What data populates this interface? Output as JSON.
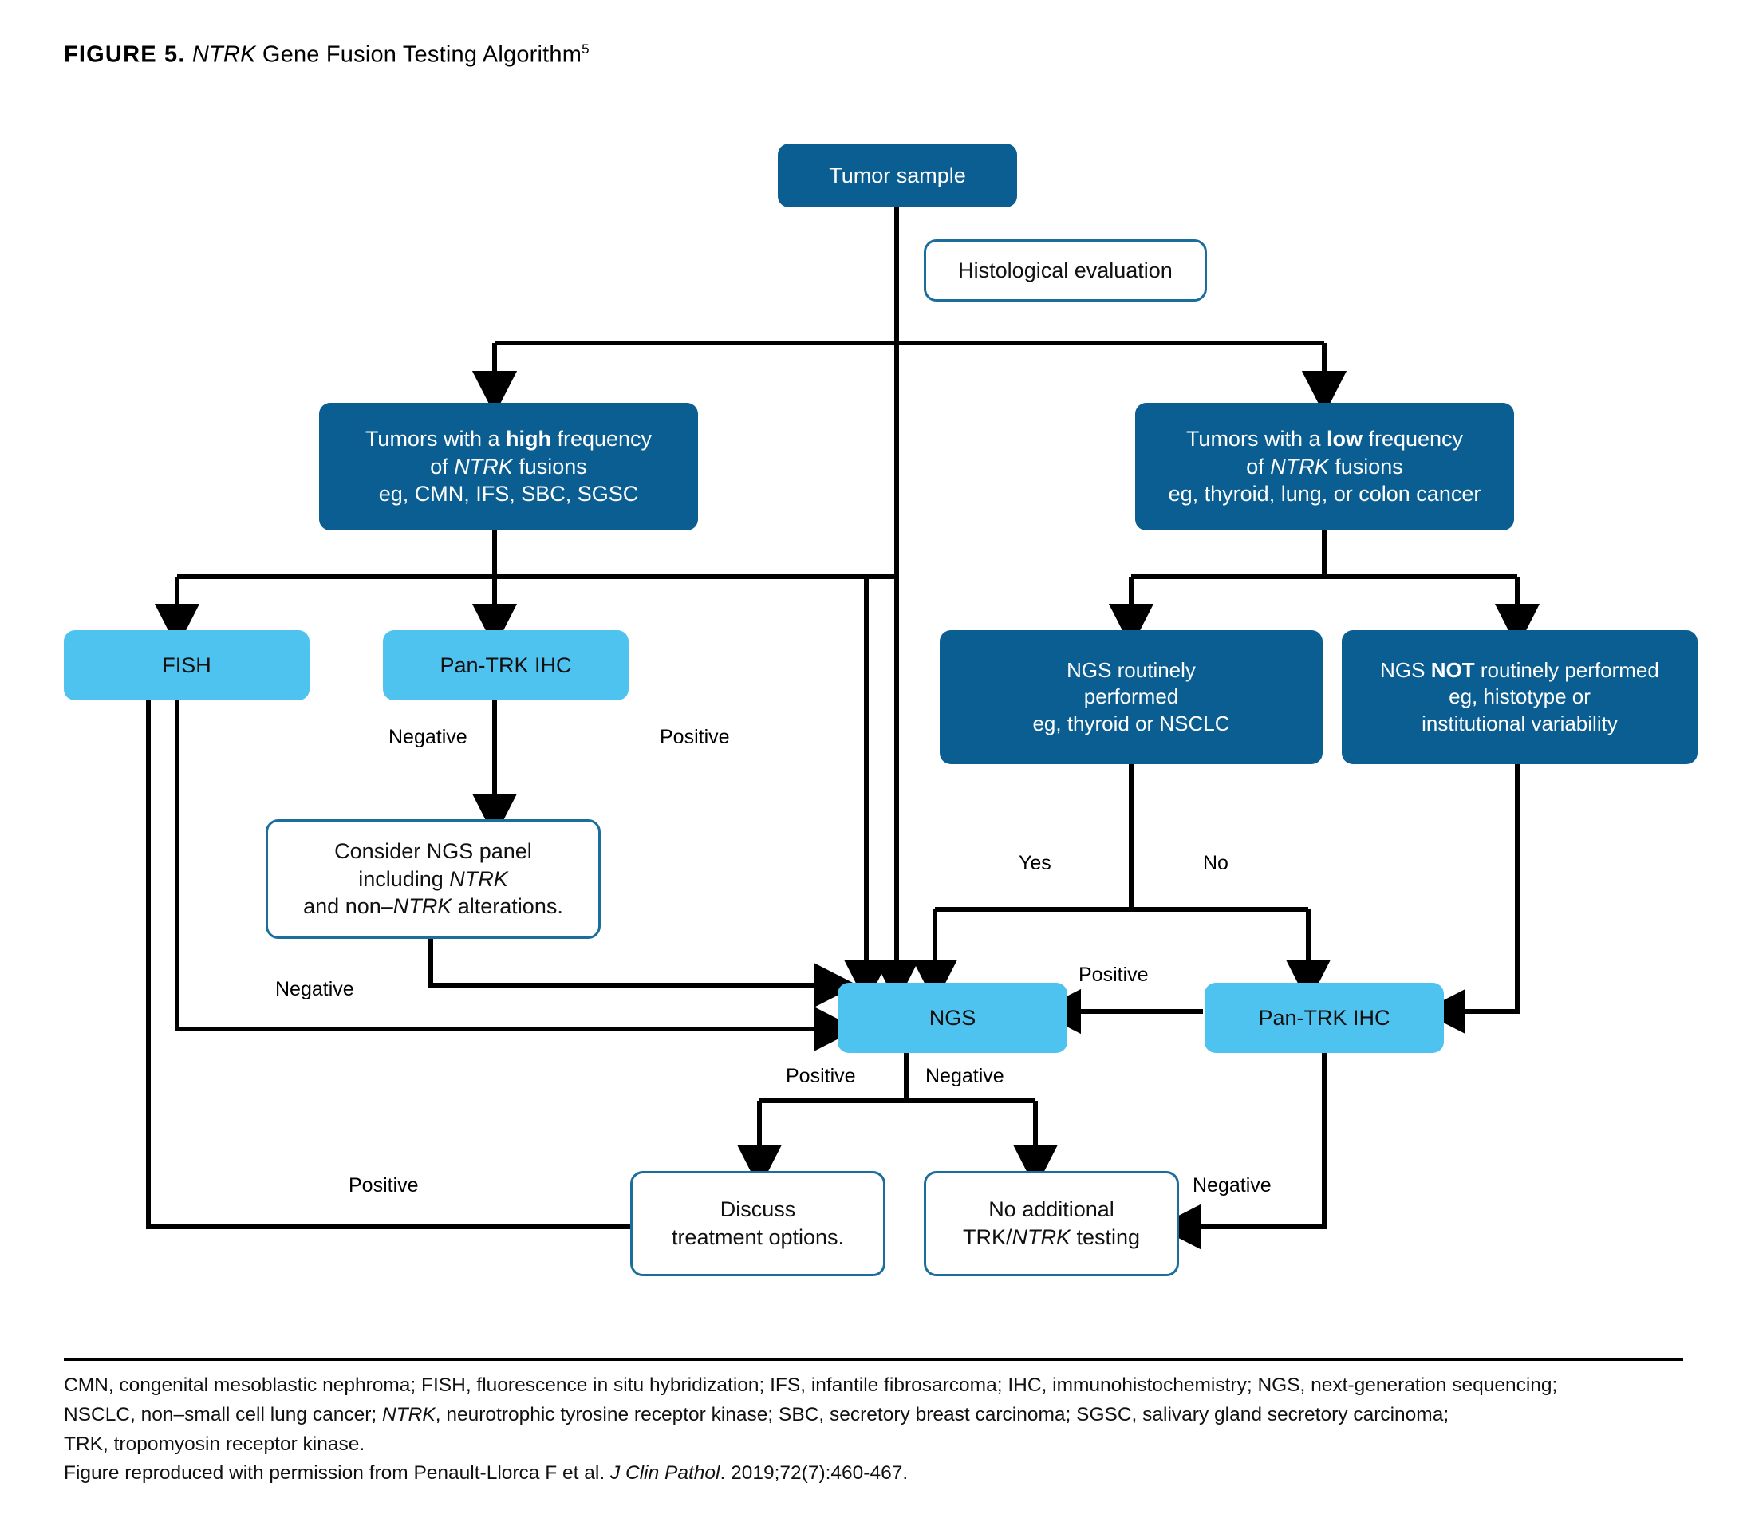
{
  "figure": {
    "label": "FIGURE 5.",
    "title_italic": "NTRK",
    "title_rest": " Gene Fusion Testing Algorithm",
    "superscript": "5"
  },
  "nodes": {
    "tumor_sample": "Tumor sample",
    "histological_evaluation": "Histological evaluation",
    "high_freq": {
      "line1_a": "Tumors with a ",
      "line1_b": "high",
      "line1_c": " frequency",
      "line2_a": "of ",
      "line2_b": "NTRK",
      "line2_c": " fusions",
      "line3": "eg, CMN, IFS, SBC, SGSC"
    },
    "low_freq": {
      "line1_a": "Tumors with a ",
      "line1_b": "low",
      "line1_c": " frequency",
      "line2_a": "of ",
      "line2_b": "NTRK",
      "line2_c": " fusions",
      "line3": "eg, thyroid, lung, or colon cancer"
    },
    "fish": "FISH",
    "pan_trk_ihc_left": "Pan-TRK IHC",
    "ngs_routine": {
      "line1": "NGS routinely",
      "line2": "performed",
      "line3": "eg, thyroid or NSCLC"
    },
    "ngs_not_routine": {
      "line1_a": "NGS ",
      "line1_b": "NOT",
      "line1_c": " routinely performed",
      "line2": "eg, histotype or",
      "line3": "institutional variability"
    },
    "consider_ngs": {
      "line1": "Consider NGS panel",
      "line2_a": "including ",
      "line2_b": "NTRK",
      "line3_a": "and non–",
      "line3_b": "NTRK",
      "line3_c": " alterations."
    },
    "ngs": "NGS",
    "pan_trk_ihc_right": "Pan-TRK IHC",
    "discuss": {
      "line1": "Discuss",
      "line2": "treatment options."
    },
    "no_additional": {
      "line1": "No additional",
      "line2_a": "TRK/",
      "line2_b": "NTRK",
      "line2_c": " testing"
    }
  },
  "edge_labels": {
    "ihc_left_negative": "Negative",
    "ihc_left_positive": "Positive",
    "yes": "Yes",
    "no": "No",
    "consider_negative": "Negative",
    "ihc_right_positive": "Positive",
    "ngs_positive": "Positive",
    "ngs_negative": "Negative",
    "fish_positive": "Positive",
    "ihc_right_negative": "Negative"
  },
  "footnotes": {
    "abbreviations_line1": "CMN, congenital mesoblastic nephroma; FISH, fluorescence in situ hybridization; IFS, infantile fibrosarcoma; IHC, immunohistochemistry; NGS, next-generation sequencing;",
    "abbreviations_line2_a": "NSCLC, non–small cell lung cancer; ",
    "abbreviations_line2_b": "NTRK",
    "abbreviations_line2_c": ", neurotrophic tyrosine receptor kinase; SBC, secretory breast carcinoma; SGSC, salivary gland secretory carcinoma;",
    "abbreviations_line3": "TRK, tropomyosin receptor kinase.",
    "permission_a": "Figure reproduced with permission from Penault-Llorca F et al. ",
    "permission_b": "J Clin Pathol",
    "permission_c": ". 2019;72(7):460-467."
  },
  "colors": {
    "dark_blue": "#0a5e92",
    "light_blue": "#4fc3f0",
    "outline_blue": "#1b6d9c",
    "line_black": "#000000",
    "white": "#ffffff"
  }
}
